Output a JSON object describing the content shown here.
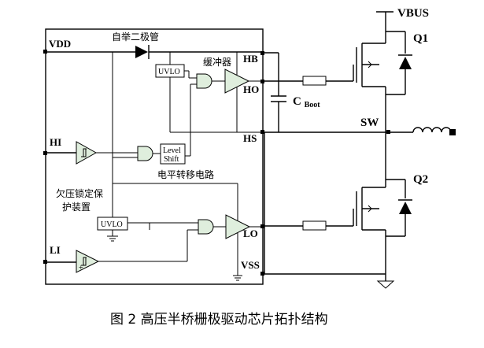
{
  "pins": {
    "vdd": "VDD",
    "hi": "HI",
    "li": "LI",
    "hb": "HB",
    "ho": "HO",
    "hs": "HS",
    "lo": "LO",
    "vss": "VSS"
  },
  "labels": {
    "bootstrap_diode": "自举二极管",
    "buffer": "缓冲器",
    "level_shift_block_line1": "Level",
    "level_shift_block_line2": "Shift",
    "level_shift_circuit": "电平转移电路",
    "uvlo_high": "UVLO",
    "uvlo_low": "UVLO",
    "protection_line1": "欠压锁定保",
    "protection_line2": "护装置",
    "vbus": "VBUS",
    "q1": "Q1",
    "q2": "Q2",
    "sw": "SW",
    "cboot_main": "C",
    "cboot_sub": "Boot"
  },
  "caption": "图 2  高压半桥栅极驱动芯片拓扑结构"
}
